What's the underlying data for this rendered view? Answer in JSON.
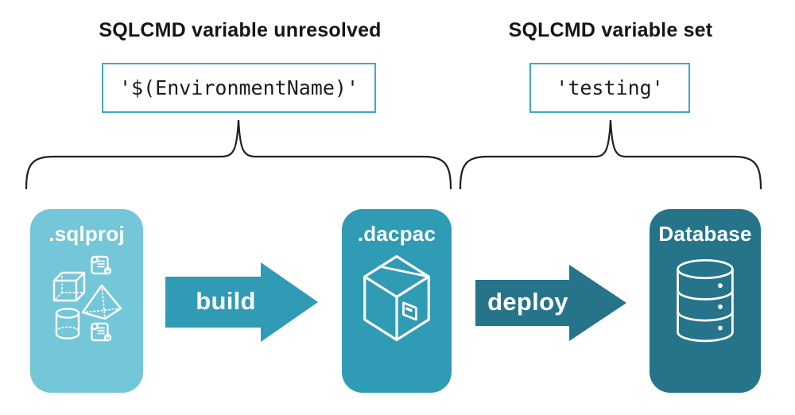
{
  "left_group": {
    "heading": "SQLCMD variable unresolved",
    "code_value": "'$(EnvironmentName)'"
  },
  "right_group": {
    "heading": "SQLCMD variable set",
    "code_value": "'testing'"
  },
  "pipeline": {
    "sqlproj_label": ".sqlproj",
    "build_label": "build",
    "dacpac_label": ".dacpac",
    "deploy_label": "deploy",
    "database_label": "Database"
  },
  "icons": {
    "sqlproj_cluster": [
      "scroll-icon",
      "cube-icon",
      "pyramid-icon",
      "cylinder-icon",
      "scroll-icon"
    ],
    "dacpac": "package-box-icon",
    "database": "database-cylinder-icon"
  },
  "colors": {
    "sqlproj_box": "#74C6D9",
    "dacpac_box": "#2F9BB5",
    "build_arrow": "#2F9BB5",
    "deploy_arrow": "#25748A",
    "database_box": "#25748A",
    "code_box_border": "#41A8C5",
    "heading_text": "#161616",
    "brace_stroke": "#202020",
    "background": "#FFFFFF",
    "icon_stroke": "#FFFFFF"
  }
}
